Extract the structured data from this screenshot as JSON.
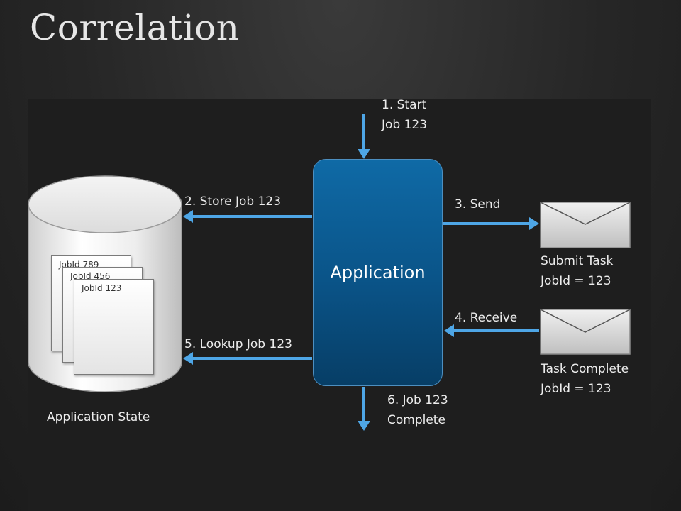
{
  "title": "Correlation",
  "database": {
    "label": "Application State",
    "records": [
      "JobId 789",
      "JobId 456",
      "JobId 123"
    ]
  },
  "application": {
    "label": "Application"
  },
  "steps": {
    "start_line1": "1. Start",
    "start_line2": "Job 123",
    "store": "2. Store Job 123",
    "send": "3. Send",
    "receive": "4. Receive",
    "lookup": "5. Lookup Job 123",
    "complete_line1": "6. Job 123",
    "complete_line2": "Complete"
  },
  "messages": {
    "submit": {
      "line1": "Submit Task",
      "line2": "JobId = 123"
    },
    "complete": {
      "line1": "Task Complete",
      "line2": "JobId = 123"
    }
  },
  "colors": {
    "arrow": "#4ea6e6",
    "app_fill": "#0a5387",
    "panel": "#1e1e1e"
  }
}
